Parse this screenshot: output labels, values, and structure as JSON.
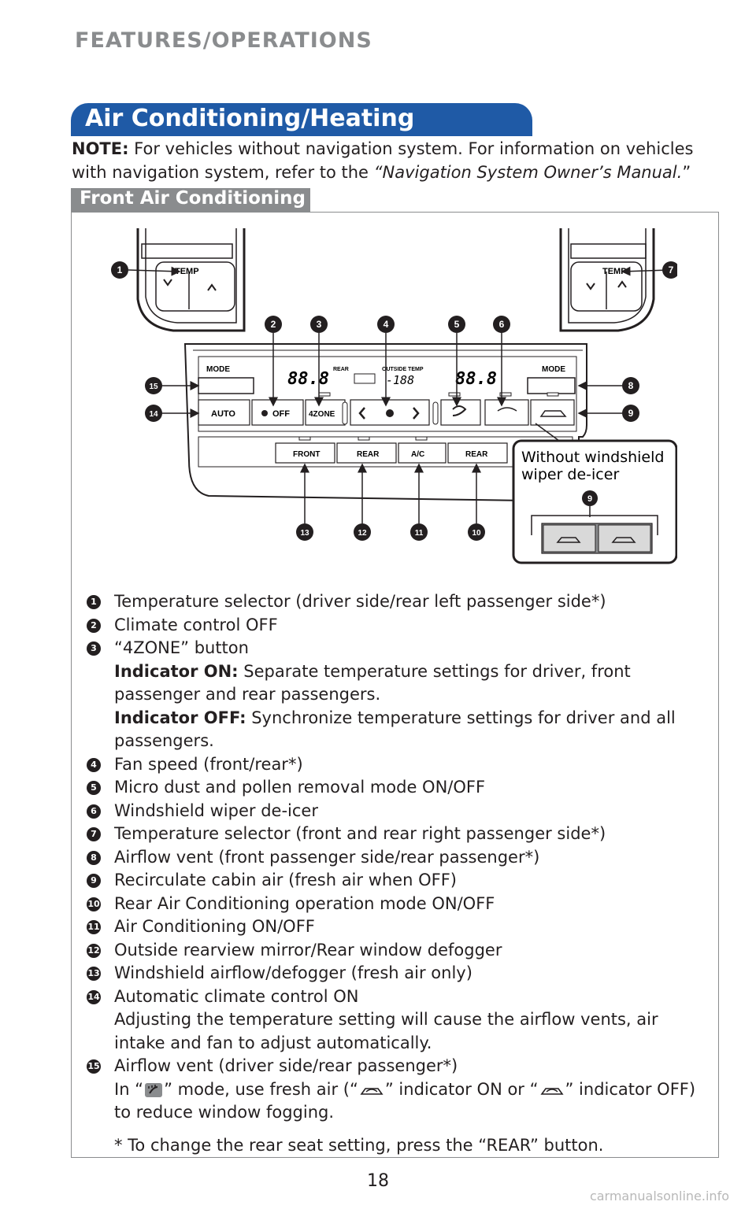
{
  "header": {
    "section": "FEATURES/OPERATIONS"
  },
  "title": "Air Conditioning/Heating",
  "note": {
    "label": "NOTE:",
    "text1": " For vehicles without navigation system. For information on vehicles with navigation system, refer to the ",
    "manual": "“Navigation System Owner’s Manual.",
    "text2": "”"
  },
  "subsection": "Front Air Conditioning",
  "figure": {
    "temp_label": "TEMP",
    "mode_label": "MODE",
    "auto_label": "AUTO",
    "off_label": "OFF",
    "zone_label": "4ZONE",
    "front_label": "FRONT",
    "rear_def_label": "REAR",
    "ac_label": "A/C",
    "rear_label": "REAR",
    "display_rear": "REAR",
    "display_outside": "OUTSIDE TEMP",
    "display_left": "88.8",
    "display_right": "88.8",
    "display_mid": "-188",
    "without_caption_1": "Without windshield",
    "without_caption_2": "wiper de-icer",
    "callouts": [
      "1",
      "2",
      "3",
      "4",
      "5",
      "6",
      "7",
      "8",
      "9",
      "10",
      "11",
      "12",
      "13",
      "14",
      "15"
    ]
  },
  "items": [
    {
      "num": "1",
      "text": "Temperature selector (driver side/rear left passenger side*)"
    },
    {
      "num": "2",
      "text": "Climate control OFF"
    },
    {
      "num": "3",
      "text": "“4ZONE” button",
      "sub": [
        {
          "label": "Indicator ON:",
          "text": " Separate temperature settings for driver, front passenger and rear passengers."
        },
        {
          "label": "Indicator OFF:",
          "text": " Synchronize temperature settings for driver and all passengers."
        }
      ]
    },
    {
      "num": "4",
      "text": "Fan speed (front/rear*)"
    },
    {
      "num": "5",
      "text": "Micro dust and pollen removal mode ON/OFF"
    },
    {
      "num": "6",
      "text": "Windshield wiper de-icer"
    },
    {
      "num": "7",
      "text": "Temperature selector (front and rear right passenger side*)"
    },
    {
      "num": "8",
      "text": "Airflow vent (front passenger side/rear passenger*)"
    },
    {
      "num": "9",
      "text": "Recirculate cabin air (fresh air when OFF)"
    },
    {
      "num": "10",
      "text": "Rear Air Conditioning operation mode ON/OFF"
    },
    {
      "num": "11",
      "text": "Air Conditioning ON/OFF"
    },
    {
      "num": "12",
      "text": "Outside rearview mirror/Rear window defogger"
    },
    {
      "num": "13",
      "text": "Windshield airflow/defogger (fresh air only)"
    },
    {
      "num": "14",
      "text": "Automatic climate control ON",
      "extra": "Adjusting the temperature setting will cause the airflow vents, air intake and fan to adjust automatically."
    },
    {
      "num": "15",
      "text": "Airflow vent (driver side/rear passenger*)",
      "mode_a": "In “",
      "mode_b": "” mode, use fresh air (“",
      "mode_c": "” indicator ON or “",
      "mode_d": "” indicator OFF) to reduce window fogging."
    }
  ],
  "footnote": "* To change the rear seat setting, press the “REAR” button.",
  "page_number": "18",
  "watermark": "carmanualsonline.info"
}
